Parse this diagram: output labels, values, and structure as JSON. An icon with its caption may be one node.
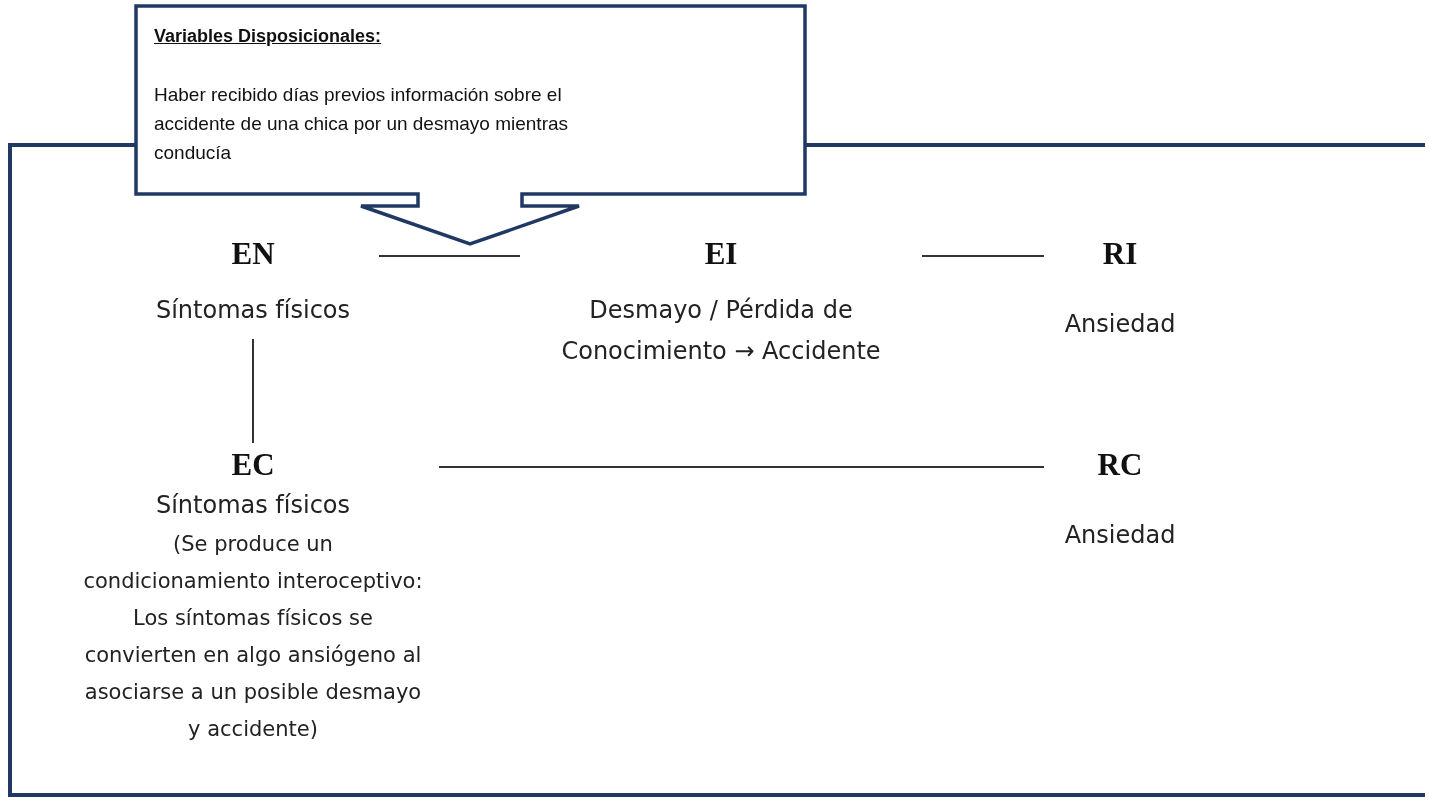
{
  "diagram": {
    "nodes": [
      {
        "text": [
          "Variables Disposicionales:",
          "Haber recibido días previos información sobre el accidente de una chica por un desmayo mientras conducía"
        ]
      },
      {
        "text": [
          "EN",
          "Síntomas físicos"
        ]
      },
      {
        "text": [
          "EI",
          "Desmayo / Pérdida de Conocimiento → Accidente"
        ]
      },
      {
        "text": [
          "RI",
          "Ansiedad"
        ]
      },
      {
        "text": [
          "EC",
          "Síntomas físicos",
          "(Se produce un condicionamiento interoceptivo: Los síntomas físicos se convierten en algo ansiógeno al asociarse a un posible desmayo y accidente)"
        ]
      },
      {
        "text": [
          "RC",
          "Ansiedad"
        ]
      }
    ],
    "edges": [
      {
        "from": 1,
        "to": 2,
        "arrow": "none"
      },
      {
        "from": 2,
        "to": 3,
        "arrow": "none"
      },
      {
        "from": 1,
        "to": 4,
        "arrow": "none"
      },
      {
        "from": 4,
        "to": 5,
        "arrow": "none"
      }
    ]
  }
}
